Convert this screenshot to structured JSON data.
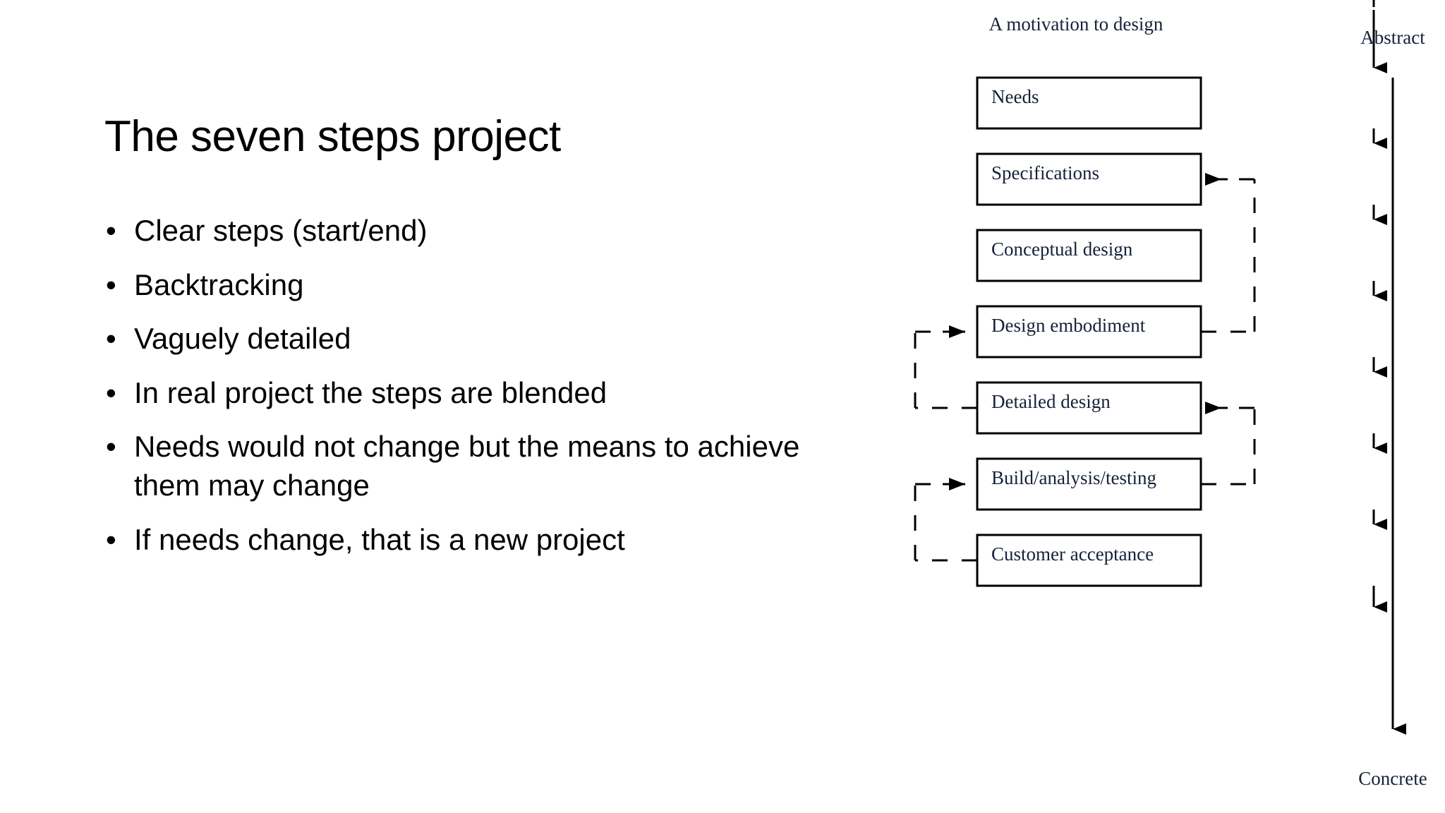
{
  "slide": {
    "title": "The seven steps project",
    "bullets": [
      "Clear steps (start/end)",
      "Backtracking",
      "Vaguely detailed",
      "In real project the steps are blended",
      "Needs would not change but the means to achieve them may change",
      "If needs change, that is a new project"
    ],
    "bullet_marker": "•"
  },
  "diagram": {
    "entry_annotation": "A motivation to design",
    "boxes": [
      "Needs",
      "Specifications",
      "Conceptual design",
      "Design embodiment",
      "Detailed design",
      "Build/analysis/testing",
      "Customer acceptance"
    ],
    "axis": {
      "top_label": "Abstract",
      "bottom_label": "Concrete"
    },
    "colors": {
      "box_stroke": "#000000",
      "box_fill": "#ffffff",
      "text": "#16213a",
      "connector": "#000000"
    }
  }
}
